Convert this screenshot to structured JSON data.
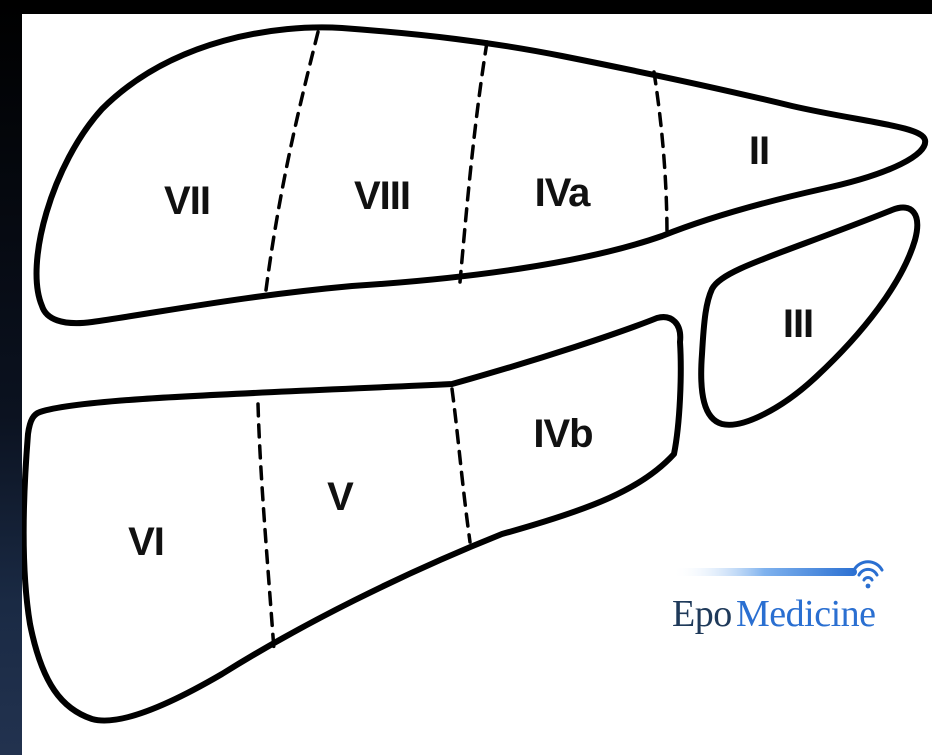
{
  "diagram": {
    "segments": {
      "seg_vii": "VII",
      "seg_viii": "VIII",
      "seg_iva": "IVa",
      "seg_ii": "II",
      "seg_iii": "III",
      "seg_ivb": "IVb",
      "seg_v": "V",
      "seg_vi": "VI"
    }
  },
  "logo": {
    "part1": "Epo",
    "part2": "Medicine",
    "part1_color": "#1f3a5a",
    "part2_color": "#2a6fd1",
    "icon": "wifi-signal-icon"
  },
  "colors": {
    "background": "#000000",
    "canvas": "#ffffff",
    "outline": "#000000"
  }
}
